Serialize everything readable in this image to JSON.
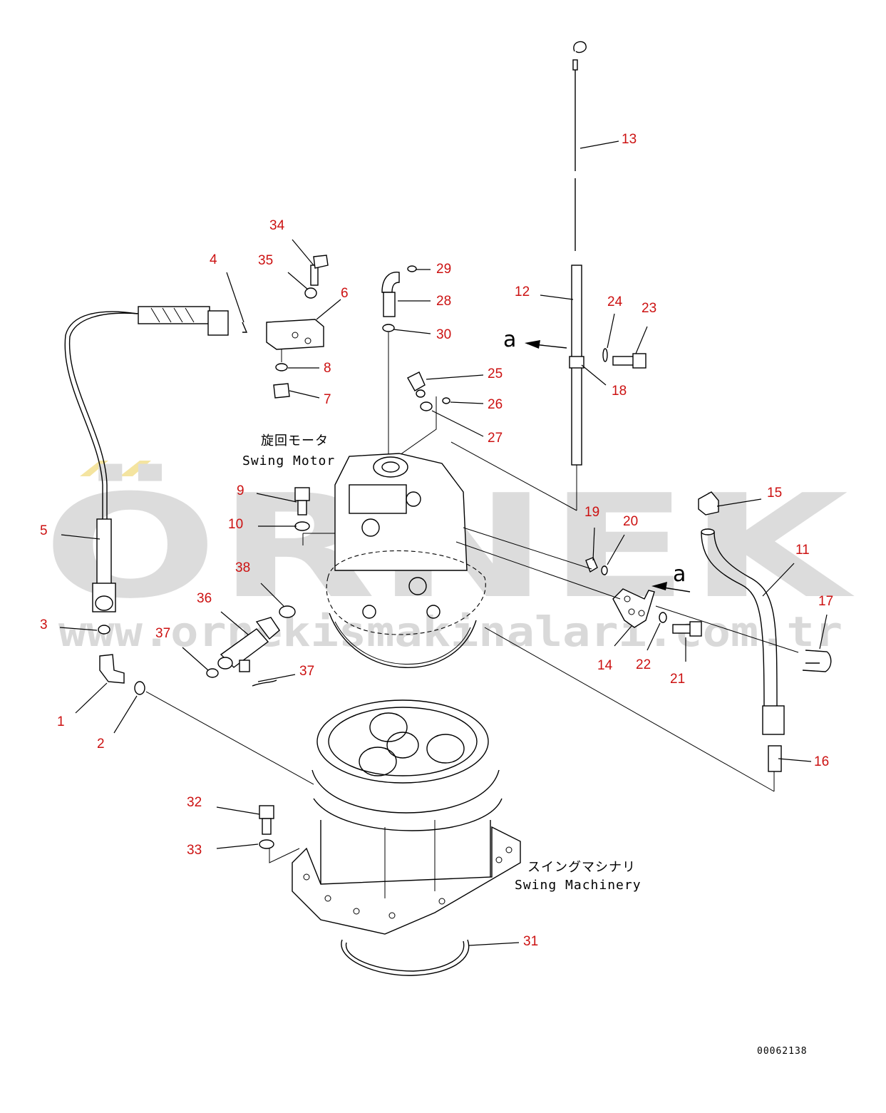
{
  "watermark": {
    "brand": "ÖRNEK",
    "url": "www.ornekismakinalari.com.tr"
  },
  "captions": {
    "swing_motor_jp": "旋回モータ",
    "swing_motor_en": "Swing Motor",
    "swing_machinery_jp": "スイングマシナリ",
    "swing_machinery_en": "Swing Machinery"
  },
  "view_markers": {
    "upper": "a",
    "lower": "a"
  },
  "document_id": "00062138",
  "callouts": [
    {
      "id": "13",
      "label": "13"
    },
    {
      "id": "34",
      "label": "34"
    },
    {
      "id": "4",
      "label": "4"
    },
    {
      "id": "35",
      "label": "35"
    },
    {
      "id": "29",
      "label": "29"
    },
    {
      "id": "6",
      "label": "6"
    },
    {
      "id": "28",
      "label": "28"
    },
    {
      "id": "12",
      "label": "12"
    },
    {
      "id": "24",
      "label": "24"
    },
    {
      "id": "23",
      "label": "23"
    },
    {
      "id": "30",
      "label": "30"
    },
    {
      "id": "8",
      "label": "8"
    },
    {
      "id": "25",
      "label": "25"
    },
    {
      "id": "18",
      "label": "18"
    },
    {
      "id": "7",
      "label": "7"
    },
    {
      "id": "26",
      "label": "26"
    },
    {
      "id": "27",
      "label": "27"
    },
    {
      "id": "9",
      "label": "9"
    },
    {
      "id": "15",
      "label": "15"
    },
    {
      "id": "19",
      "label": "19"
    },
    {
      "id": "10",
      "label": "10"
    },
    {
      "id": "20",
      "label": "20"
    },
    {
      "id": "5",
      "label": "5"
    },
    {
      "id": "11",
      "label": "11"
    },
    {
      "id": "38",
      "label": "38"
    },
    {
      "id": "36",
      "label": "36"
    },
    {
      "id": "17",
      "label": "17"
    },
    {
      "id": "3",
      "label": "3"
    },
    {
      "id": "37a",
      "label": "37"
    },
    {
      "id": "14",
      "label": "14"
    },
    {
      "id": "22",
      "label": "22"
    },
    {
      "id": "21",
      "label": "21"
    },
    {
      "id": "37b",
      "label": "37"
    },
    {
      "id": "1",
      "label": "1"
    },
    {
      "id": "2",
      "label": "2"
    },
    {
      "id": "16",
      "label": "16"
    },
    {
      "id": "32",
      "label": "32"
    },
    {
      "id": "33",
      "label": "33"
    },
    {
      "id": "31",
      "label": "31"
    }
  ]
}
